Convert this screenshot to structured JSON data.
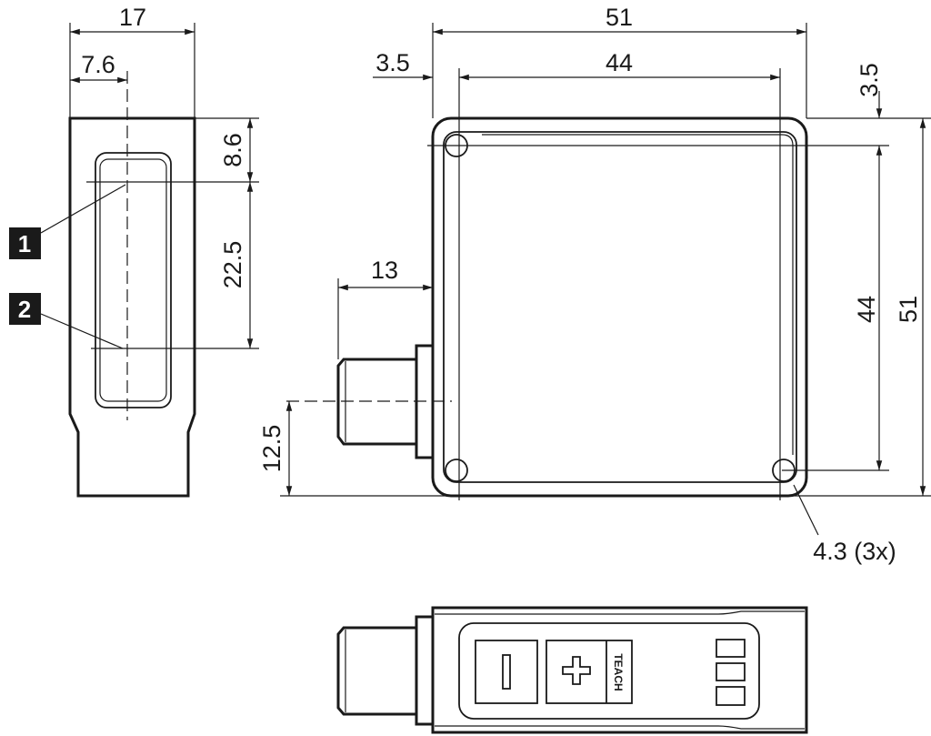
{
  "side_view": {
    "width": "17",
    "window_offset": "7.6",
    "top_offset": "8.6",
    "window_span": "22.5",
    "callouts": [
      {
        "label": "1"
      },
      {
        "label": "2"
      }
    ]
  },
  "front_view": {
    "width": "51",
    "hole_spacing_h": "44",
    "hole_inset_h": "3.5",
    "connector_length": "13",
    "connector_height": "12.5",
    "hole_inset_v": "3.5",
    "hole_spacing_v": "44",
    "height": "51",
    "hole_note": "4.3 (3x)"
  },
  "bottom_view": {
    "minus_label": "−",
    "plus_label": "+",
    "teach_label": "TEACH",
    "led_count": 3
  },
  "colors": {
    "line": "#1a1a1a",
    "badge": "#1a1a1a",
    "background": "#ffffff"
  }
}
